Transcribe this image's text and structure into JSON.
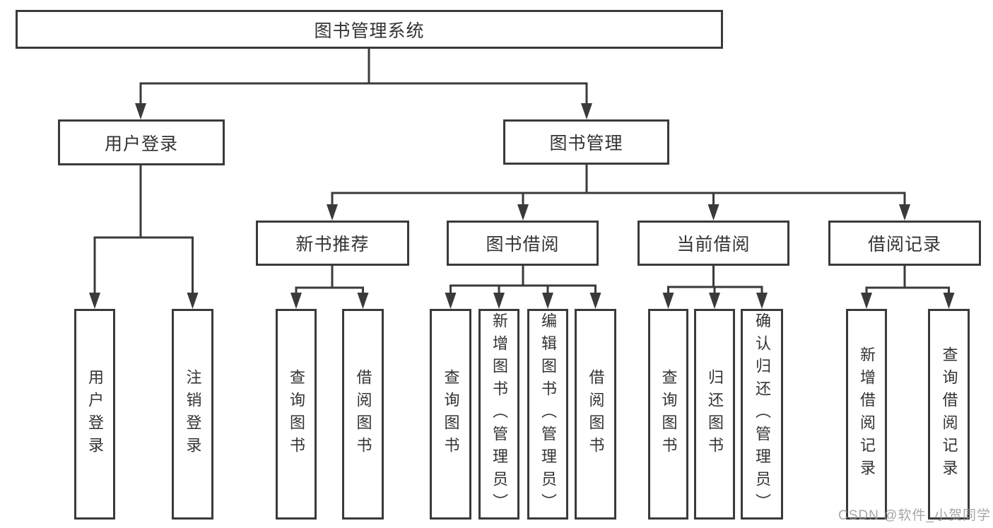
{
  "title": "图书管理系统",
  "watermark": "CSDN @软件_小贺同学",
  "colors": {
    "line": "#3a3a3a",
    "text": "#333333",
    "background": "#ffffff",
    "watermark": "#969696"
  },
  "nodes": {
    "root": {
      "label": "图书管理系统"
    },
    "level1": [
      {
        "label": "用户登录"
      },
      {
        "label": "图书管理"
      }
    ],
    "level2": [
      {
        "label": "新书推荐",
        "parent": "图书管理"
      },
      {
        "label": "图书借阅",
        "parent": "图书管理"
      },
      {
        "label": "当前借阅",
        "parent": "图书管理"
      },
      {
        "label": "借阅记录",
        "parent": "图书管理"
      }
    ],
    "leaves": [
      {
        "label": "用户登录",
        "parent": "用户登录"
      },
      {
        "label": "注销登录",
        "parent": "用户登录"
      },
      {
        "label": "查询图书",
        "parent": "新书推荐"
      },
      {
        "label": "借阅图书",
        "parent": "新书推荐"
      },
      {
        "label": "查询图书",
        "parent": "图书借阅"
      },
      {
        "label": "新增图书（管理员）",
        "parent": "图书借阅"
      },
      {
        "label": "编辑图书（管理员）",
        "parent": "图书借阅"
      },
      {
        "label": "借阅图书",
        "parent": "图书借阅"
      },
      {
        "label": "查询图书",
        "parent": "当前借阅"
      },
      {
        "label": "归还图书",
        "parent": "当前借阅"
      },
      {
        "label": "确认归还（管理员）",
        "parent": "当前借阅"
      },
      {
        "label": "新增借阅记录",
        "parent": "借阅记录"
      },
      {
        "label": "查询借阅记录",
        "parent": "借阅记录"
      }
    ]
  }
}
